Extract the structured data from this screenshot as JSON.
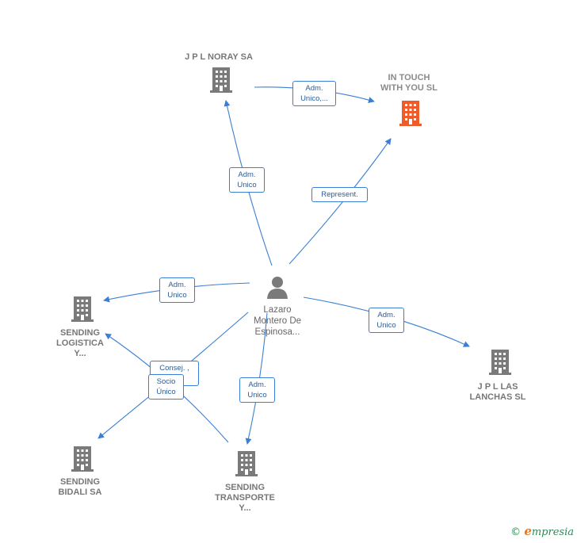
{
  "nodes": {
    "jpl_noray": {
      "label": "J P L NORAY SA"
    },
    "in_touch": {
      "label": "IN TOUCH\nWITH YOU  SL"
    },
    "person": {
      "label": "Lazaro\nMontero De\nEspinosa..."
    },
    "sending_logistica": {
      "label": "SENDING\nLOGISTICA\nY..."
    },
    "jpl_lanchas": {
      "label": "J P L LAS\nLANCHAS  SL"
    },
    "sending_bidali": {
      "label": "SENDING\nBIDALI SA"
    },
    "sending_transporte": {
      "label": "SENDING\nTRANSPORTE\nY..."
    }
  },
  "edges": {
    "noray_intouch": {
      "label": "Adm.\nUnico,..."
    },
    "person_noray": {
      "label": "Adm.\nUnico"
    },
    "person_intouch": {
      "label": "Represent."
    },
    "person_logistica": {
      "label": "Adm.\nUnico"
    },
    "person_lanchas": {
      "label": "Adm.\nUnico"
    },
    "person_transporte": {
      "label": "Adm.\nUnico"
    },
    "consej": {
      "label": "Consej. ,\n..."
    },
    "socio": {
      "label": "Socio\nÚnico"
    }
  },
  "colors": {
    "edge": "#3a7fd5",
    "building": "#7a7a7a",
    "highlight": "#f15a29",
    "person": "#7a7a7a"
  },
  "brand": {
    "copyright": "©",
    "e": "e",
    "rest": "mpresia"
  }
}
